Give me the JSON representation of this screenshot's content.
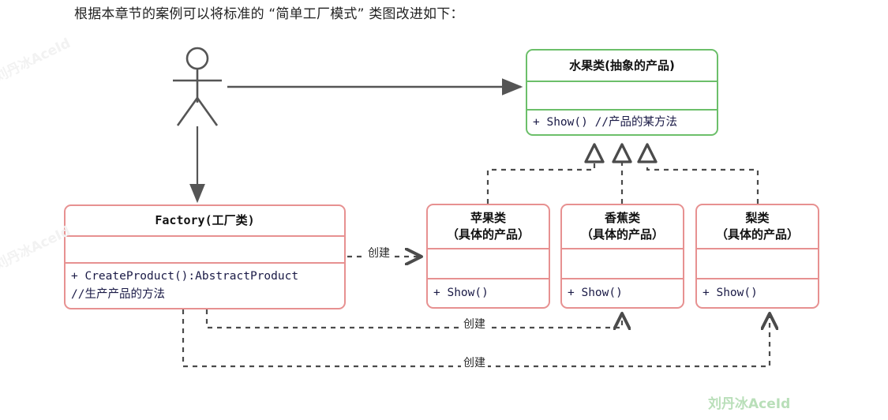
{
  "caption": "根据本章节的案例可以将标准的 “简单工厂模式” 类图改进如下：",
  "colors": {
    "abstract_border": "#6cbf6a",
    "concrete_border": "#e79191",
    "connector": "#555555",
    "brand": "#b9dfb9"
  },
  "actor": {
    "name": "actor-stick-figure"
  },
  "classes": {
    "abstract_product": {
      "title_lines": [
        "水果类(抽象的产品)"
      ],
      "attributes": [],
      "operations": [
        "+ Show() //产品的某方法"
      ]
    },
    "factory": {
      "title_lines": [
        "Factory(工厂类)"
      ],
      "attributes": [],
      "operations": [
        "+ CreateProduct():AbstractProduct",
        "//生产产品的方法"
      ]
    },
    "apple": {
      "title_lines": [
        "苹果类",
        "（具体的产品）"
      ],
      "attributes": [],
      "operations": [
        "+ Show()"
      ]
    },
    "banana": {
      "title_lines": [
        "香蕉类",
        "（具体的产品）"
      ],
      "attributes": [],
      "operations": [
        "+ Show()"
      ]
    },
    "pear": {
      "title_lines": [
        "梨类",
        "（具体的产品）"
      ],
      "attributes": [],
      "operations": [
        "+ Show()"
      ]
    }
  },
  "edges": {
    "create_apple": "创建",
    "create_banana": "创建",
    "create_pear": "创建"
  },
  "watermarks": {
    "side_top": "刘丹冰AceId",
    "side_bottom": "刘丹冰AceId",
    "brand": "刘丹冰AceId"
  }
}
